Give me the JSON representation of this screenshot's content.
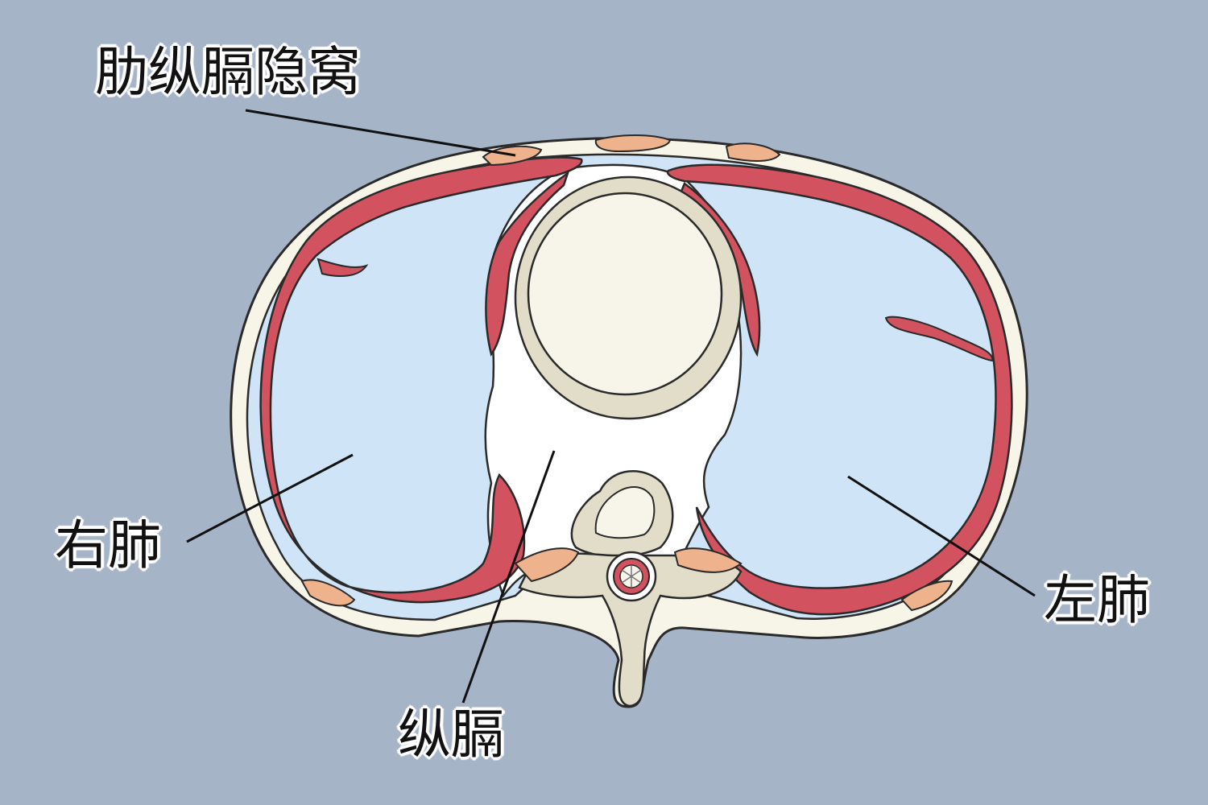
{
  "labels": {
    "costomediastinal_recess": "肋纵膈隐窝",
    "right_lung": "右肺",
    "left_lung": "左肺",
    "mediastinum": "纵膈"
  },
  "colors": {
    "background": "#a6b4c8",
    "chest_wall": "#f7f4e8",
    "cartilage": "#eeb38c",
    "pleura": "#d2535f",
    "lung": "#cfe4f6",
    "heart": "#f7f5ea",
    "pericardium": "#e2ddc8",
    "mediastinum": "#ffffff",
    "outline": "#2a2a2a"
  }
}
